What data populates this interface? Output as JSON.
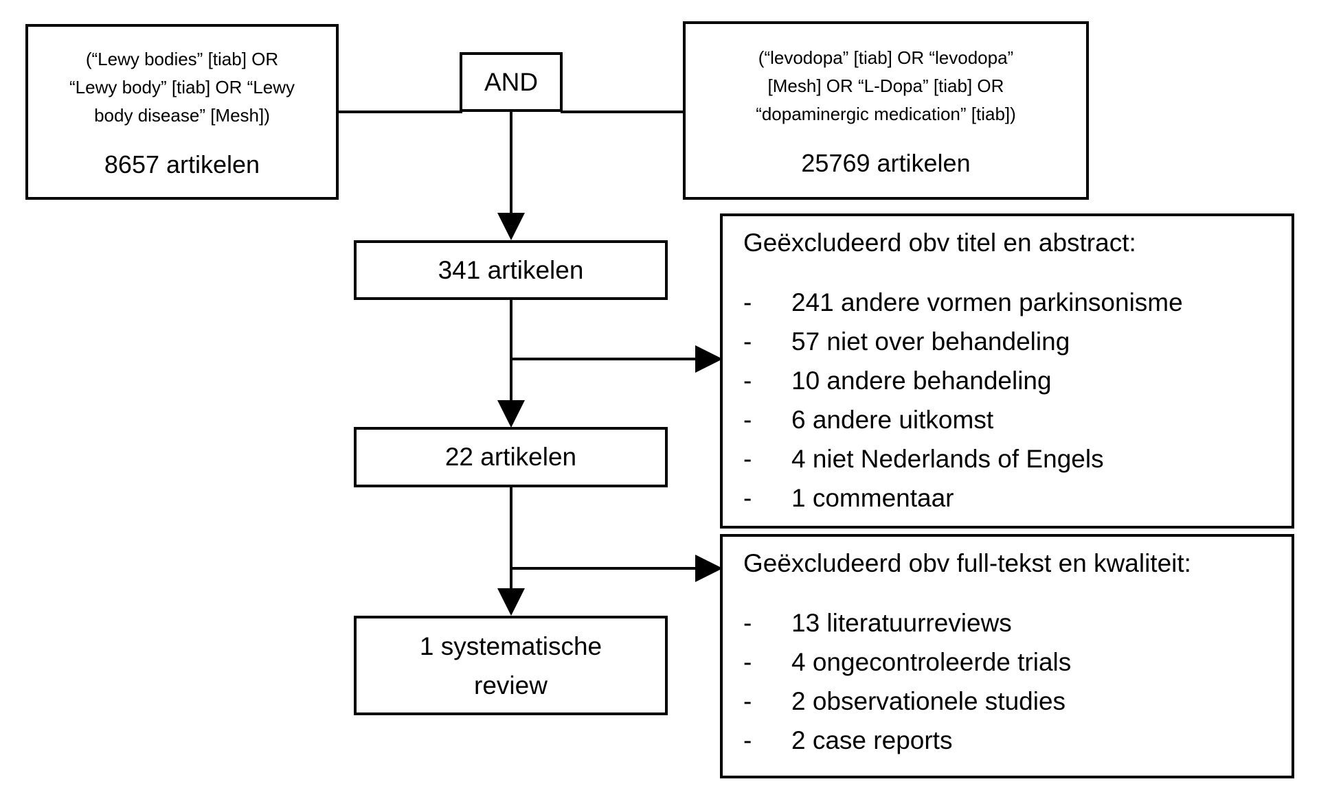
{
  "search_left": {
    "query_lines": [
      "(“Lewy bodies” [tiab] OR",
      "“Lewy body” [tiab] OR “Lewy",
      "body disease” [Mesh])"
    ],
    "count": "8657 artikelen"
  },
  "search_right": {
    "query_lines": [
      "(“levodopa” [tiab] OR  “levodopa”",
      "[Mesh] OR “L-Dopa” [tiab] OR",
      "“dopaminergic medication” [tiab])"
    ],
    "count": "25769 artikelen"
  },
  "operator": "AND",
  "step1": "341 artikelen",
  "step2": "22 artikelen",
  "step3": [
    "1 systematische",
    "review"
  ],
  "exclusion1": {
    "heading": "Geëxcludeerd obv titel en abstract:",
    "items": [
      "241 andere vormen parkinsonisme",
      "57 niet over behandeling",
      "10 andere behandeling",
      "6 andere uitkomst",
      "4 niet Nederlands of Engels",
      "1 commentaar"
    ]
  },
  "exclusion2": {
    "heading": "Geëxcludeerd obv full-tekst en kwaliteit:",
    "items": [
      "13 literatuurreviews",
      "4 ongecontroleerde trials",
      "2 observationele studies",
      "2 case reports"
    ]
  }
}
